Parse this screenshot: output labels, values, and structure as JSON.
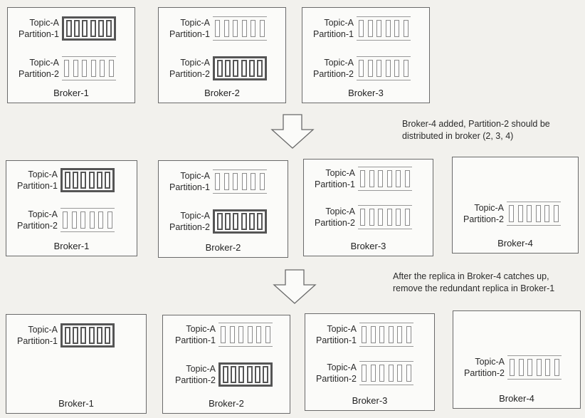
{
  "diagram": {
    "topic_line": "Topic-A",
    "partition1_line": "Partition-1",
    "partition2_line": "Partition-2",
    "brokers": {
      "b1": "Broker-1",
      "b2": "Broker-2",
      "b3": "Broker-3",
      "b4": "Broker-4"
    },
    "notes": {
      "step1_line1": "Broker-4 added, Partition-2 should be",
      "step1_line2": "distributed in broker (2, 3, 4)",
      "step2_line1": "After the replica in Broker-4 catches up,",
      "step2_line2": "remove the redundant replica in Broker-1"
    },
    "replica_roles": {
      "leader": "thick outlined log (leader replica)",
      "follower": "thin outlined log (follower replica)"
    }
  },
  "colors": {
    "background": "#f2f1ed",
    "box_border": "#6a6a6a",
    "leader_border": "#555555",
    "follower_border": "#999999"
  }
}
